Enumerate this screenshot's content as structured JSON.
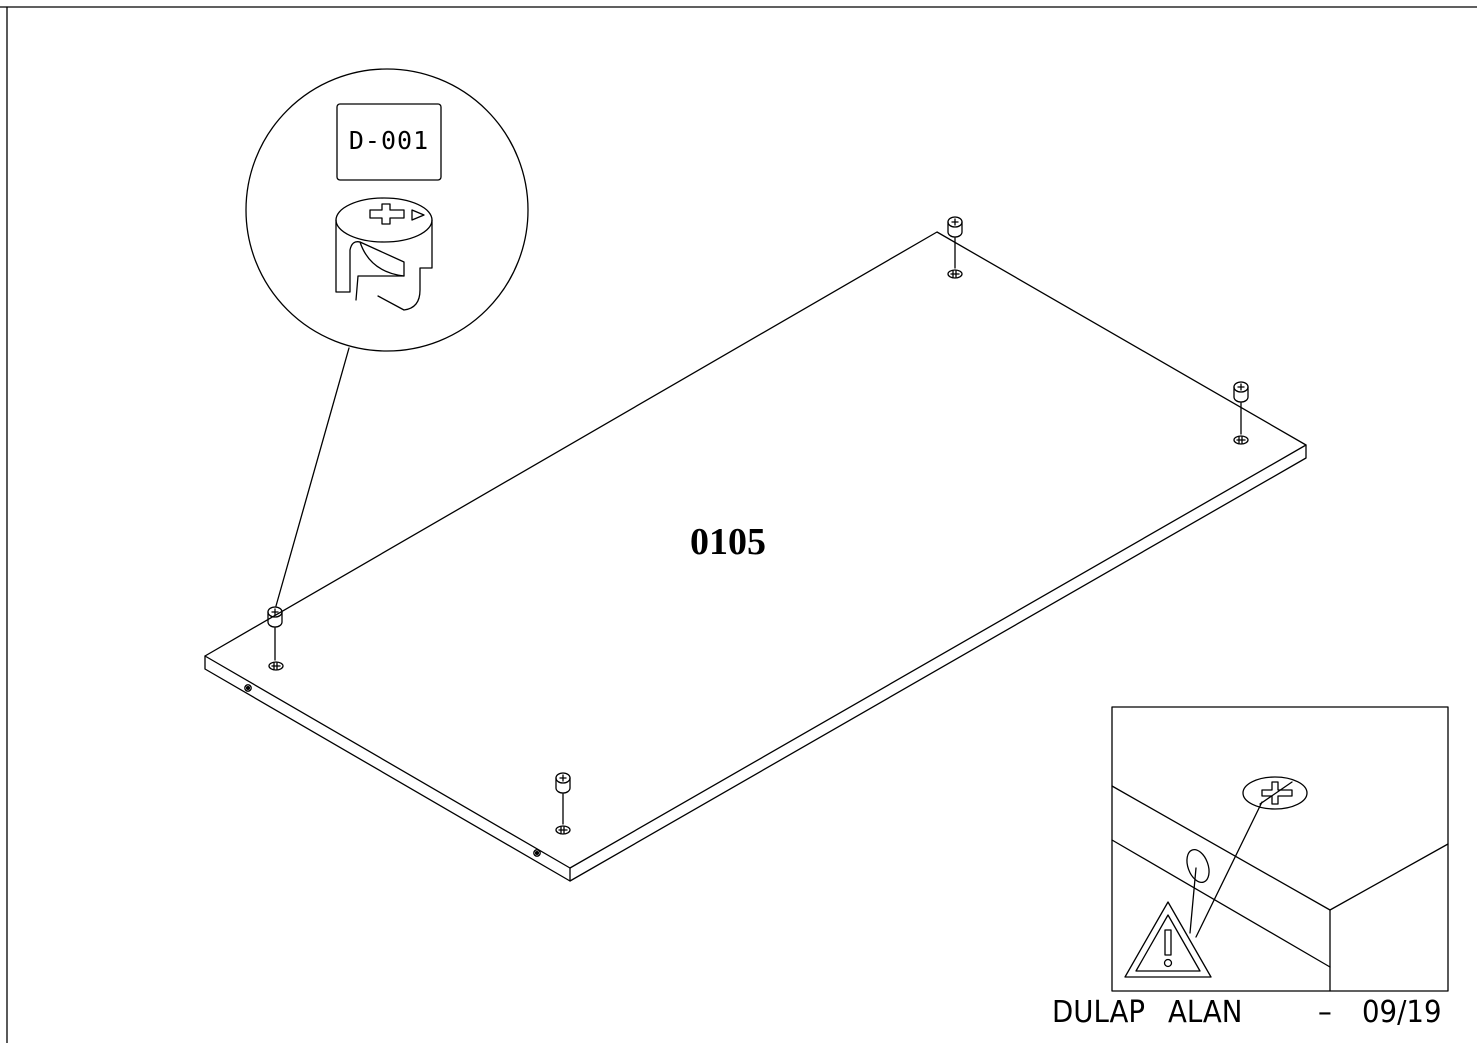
{
  "drawing": {
    "panel_label": "0105",
    "hardware_code": "D-001"
  },
  "footer": {
    "product": "DULAP",
    "model": "ALAN",
    "separator": "–",
    "page": "09/19"
  },
  "icons": {
    "detail_callout": "cam-lock-fitting-icon",
    "warning": "warning-triangle-icon"
  }
}
